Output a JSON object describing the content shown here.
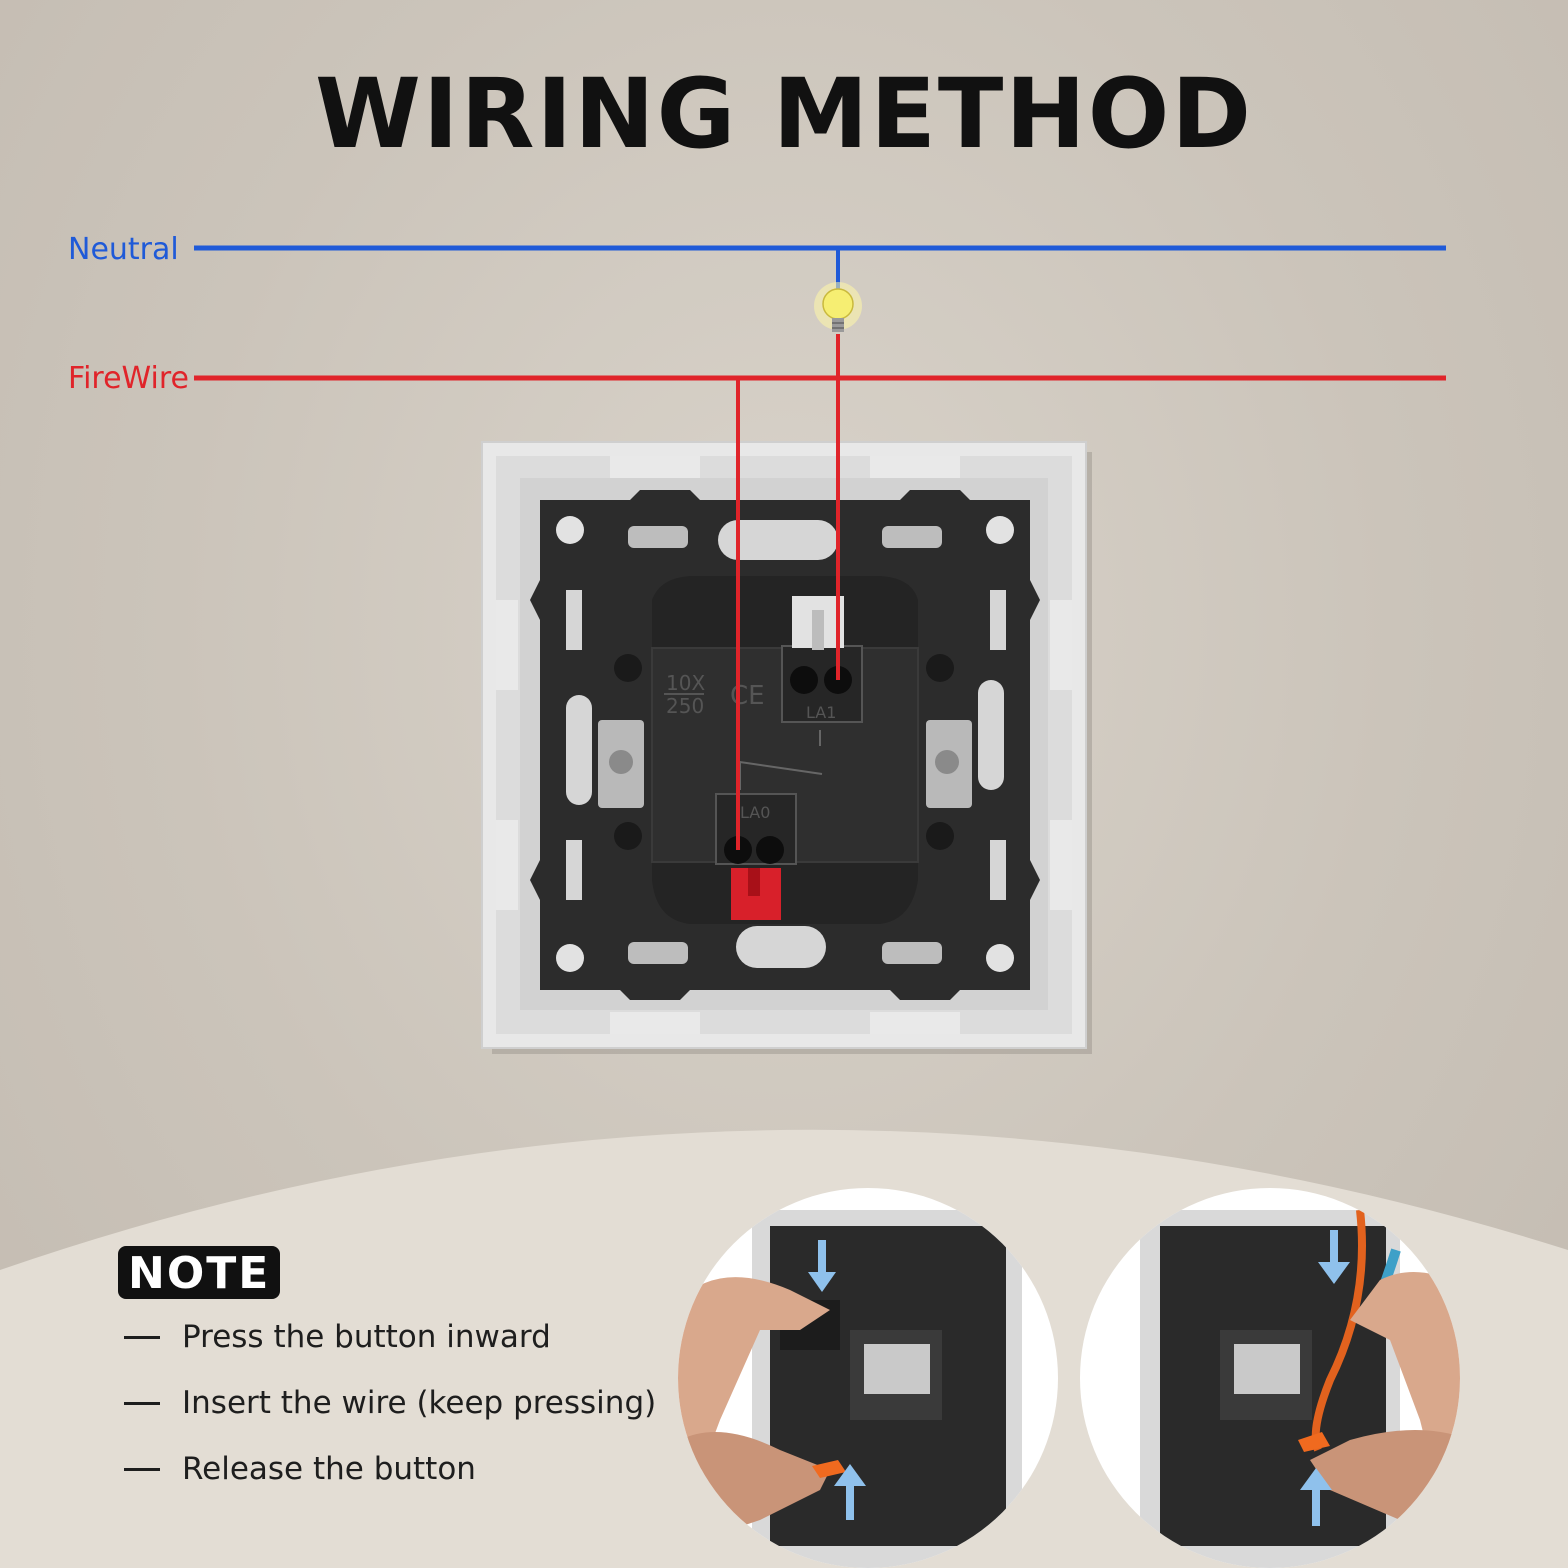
{
  "title": "WIRING METHOD",
  "wires": {
    "neutral_label": "Neutral",
    "fire_label": "FireWire",
    "neutral_color": "#1f5ad8",
    "fire_color": "#e0242a"
  },
  "switch_labels": {
    "rating_top": "10X",
    "rating_bottom": "250",
    "terminal_top": "LA1",
    "terminal_bottom": "LA0",
    "ce_mark": "CE"
  },
  "note": {
    "badge": "NOTE",
    "steps": [
      "Press the button inward",
      "Insert the wire (keep pressing)",
      "Release the button"
    ]
  },
  "colors": {
    "background": "#cdc6bc",
    "frame": "#e6e6e6",
    "switch_body": "#2c2c2c",
    "release_button": "#d8202a",
    "arrow": "#8fc1ec"
  },
  "icons": [
    "light-bulb-icon",
    "arrow-down-icon",
    "arrow-up-icon"
  ]
}
